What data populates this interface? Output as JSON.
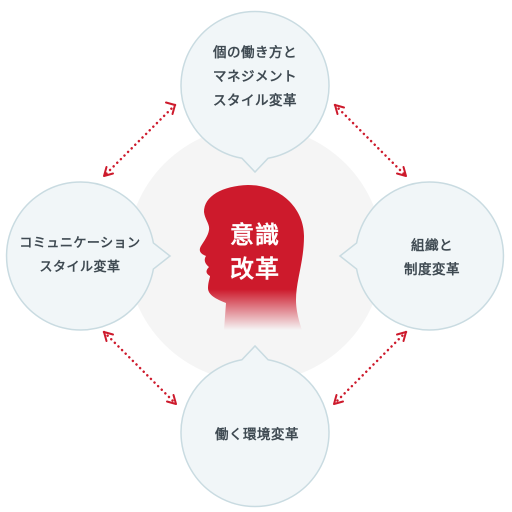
{
  "center": {
    "lines": [
      "意識",
      "改革"
    ]
  },
  "nodes": {
    "top": {
      "lines": [
        "個の働き方と",
        "マネジメント",
        "スタイル変革"
      ]
    },
    "left": {
      "lines": [
        "コミュニケーション",
        "スタイル変革"
      ]
    },
    "right": {
      "lines": [
        "組織と",
        "制度変革"
      ]
    },
    "bottom": {
      "lines": [
        "働く環境変革"
      ]
    }
  },
  "colors": {
    "bubble_fill": "#f1f6f8",
    "bubble_stroke": "#c9dbe1",
    "hub_fill": "#f5f5f5",
    "head_fill": "#cd1a2c",
    "arrow": "#cd1a2c"
  }
}
